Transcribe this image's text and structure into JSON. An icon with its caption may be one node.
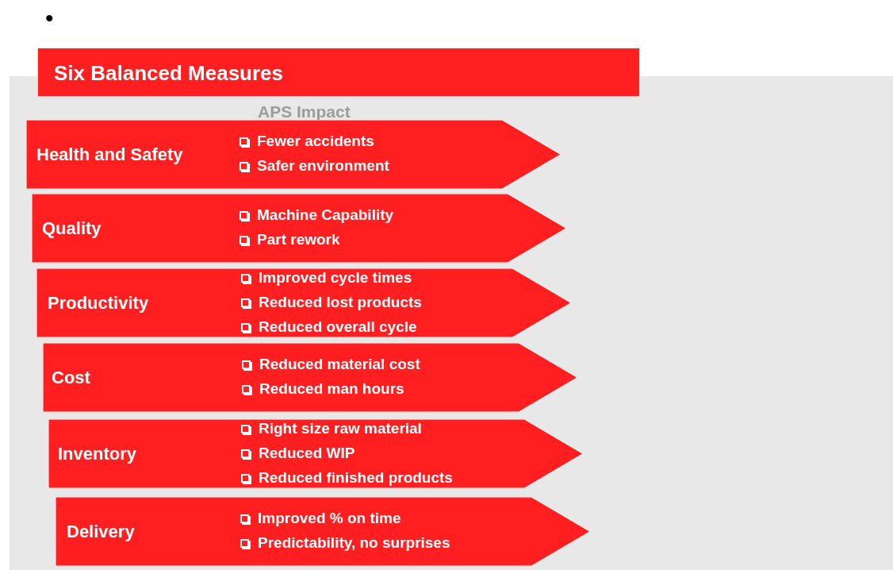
{
  "diagram": {
    "nodes": [
      {
        "text": [
          "Six Balanced Measures"
        ]
      },
      {
        "text": [
          "APS Impact"
        ]
      },
      {
        "text": [
          "Health and Safety",
          "Fewer accidents",
          "Safer environment"
        ],
        "in": 1
      },
      {
        "text": [
          "Quality",
          "Machine Capability",
          "Part rework"
        ],
        "in": 1
      },
      {
        "text": [
          "Productivity",
          "Improved cycle times",
          "Reduced lost products",
          "Reduced overall cycle"
        ],
        "in": 1
      },
      {
        "text": [
          "Cost",
          "Reduced material cost",
          "Reduced man hours"
        ],
        "in": 1
      },
      {
        "text": [
          "Inventory",
          "Right size raw material",
          "Reduced WIP",
          "Reduced finished products"
        ],
        "in": 1
      },
      {
        "text": [
          "Delivery",
          "Improved % on time",
          "Predictability, no surprises"
        ],
        "in": 1
      }
    ],
    "labels": [
      "•"
    ]
  }
}
